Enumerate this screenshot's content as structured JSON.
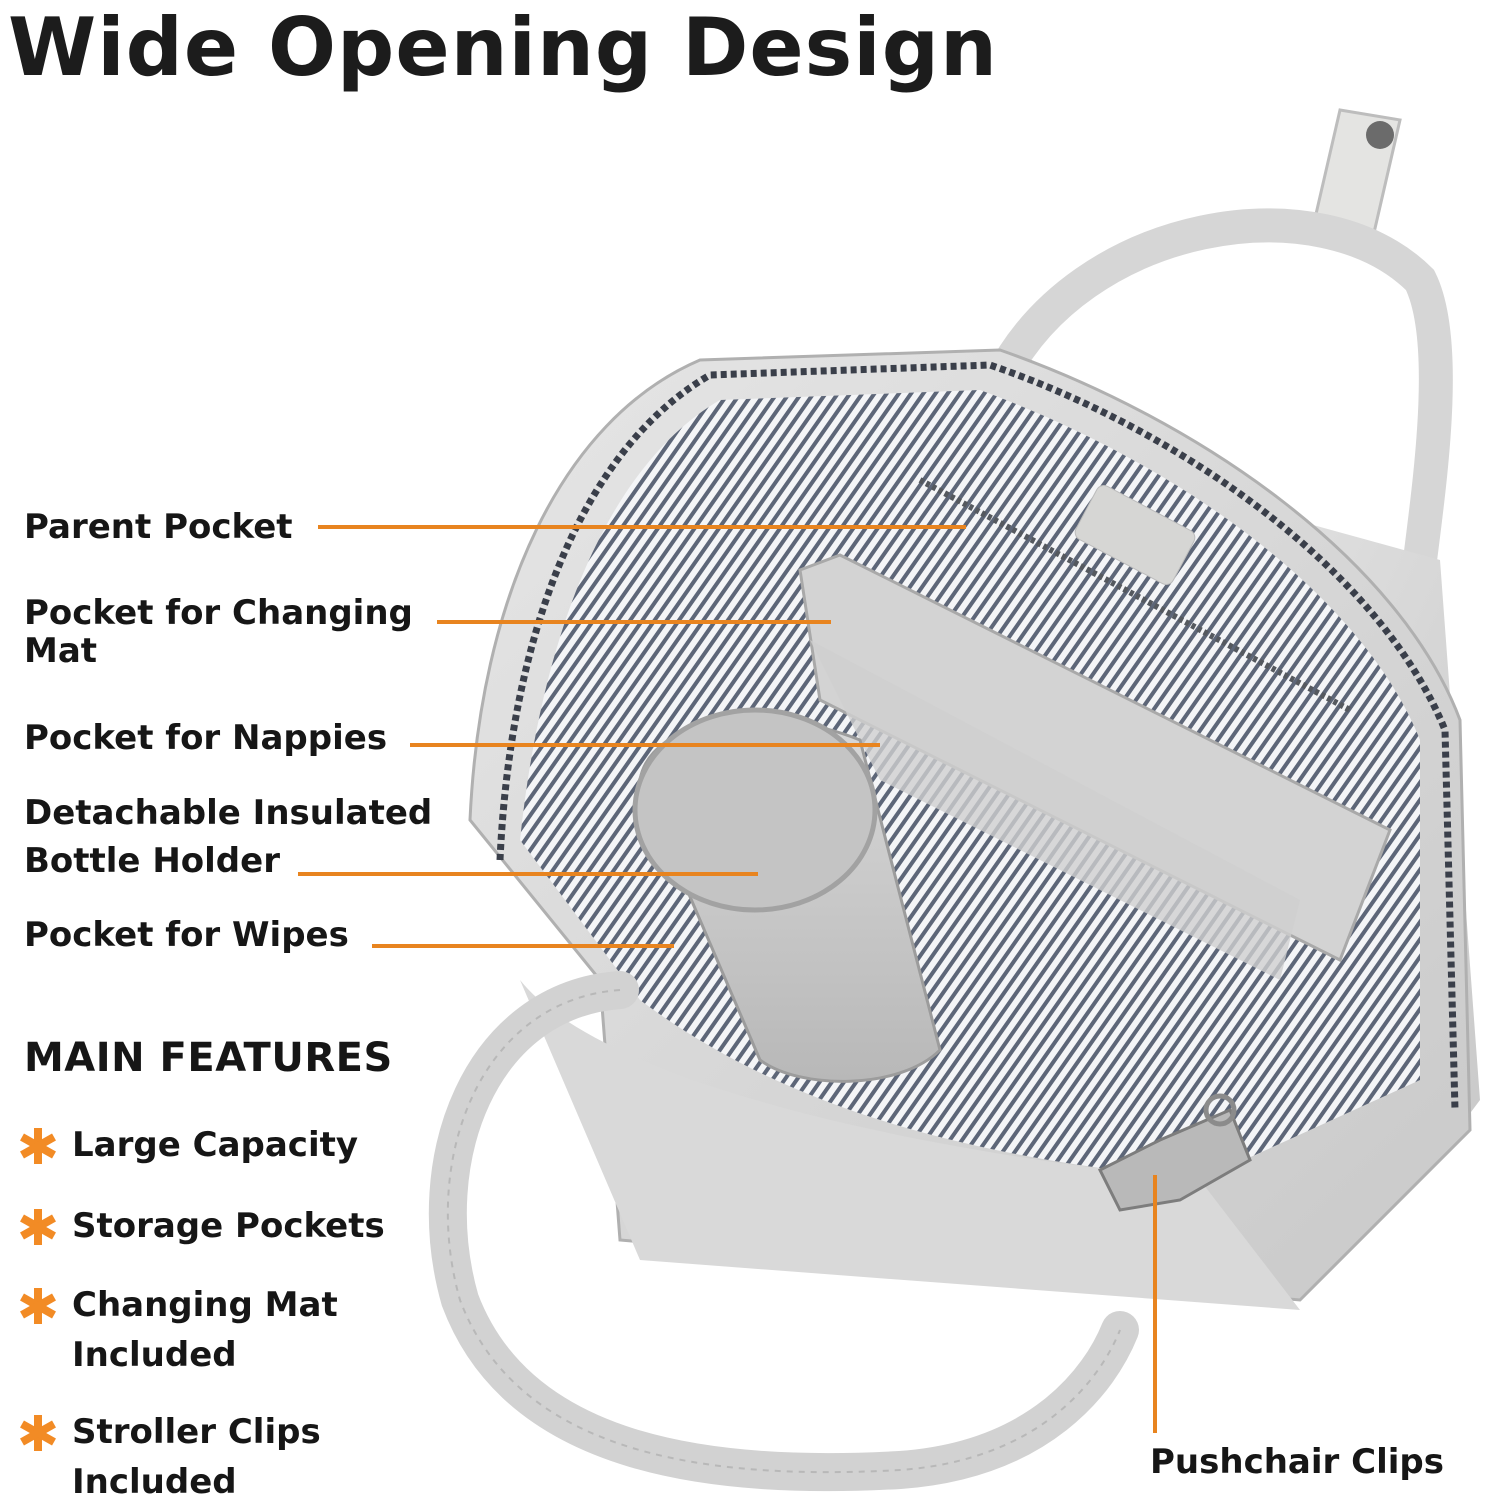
{
  "title": "Wide Opening Design",
  "accent_color": "#E8841F",
  "callouts": [
    {
      "label": "Parent Pocket"
    },
    {
      "label_line1": "Pocket for Changing",
      "label_line2": "Mat"
    },
    {
      "label": "Pocket for Nappies"
    },
    {
      "label_line1": "Detachable Insulated",
      "label_line2": "Bottle Holder"
    },
    {
      "label": "Pocket for Wipes"
    }
  ],
  "main_features": {
    "heading": "MAIN FEATURES",
    "icon": "asterisk-icon",
    "items": [
      {
        "line1": "Large Capacity"
      },
      {
        "line1": "Storage Pockets"
      },
      {
        "line1": "Changing Mat",
        "line2": "Included"
      },
      {
        "line1": "Stroller Clips",
        "line2": "Included"
      }
    ]
  },
  "pushchair_callout": {
    "label": "Pushchair Clips"
  }
}
